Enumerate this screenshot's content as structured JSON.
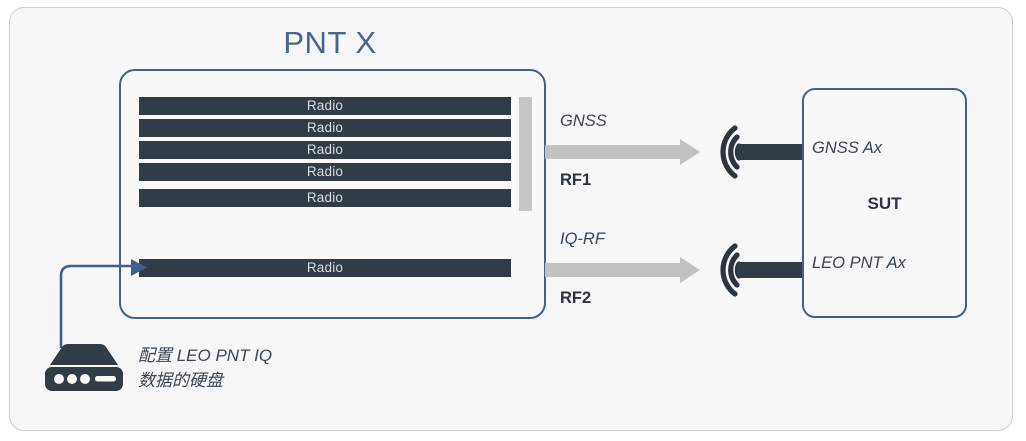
{
  "diagram": {
    "title": "PNT X",
    "sut": {
      "title": "SUT",
      "ports": [
        {
          "label": "GNSS Ax"
        },
        {
          "label": "LEO PNT Ax"
        }
      ]
    },
    "radios": [
      {
        "label": "Radio"
      },
      {
        "label": "Radio"
      },
      {
        "label": "Radio"
      },
      {
        "label": "Radio"
      },
      {
        "label": "Radio"
      }
    ],
    "iq_radio": {
      "label": "Radio"
    },
    "signals": [
      {
        "name": "GNSS",
        "port": "RF1"
      },
      {
        "name": "IQ-RF",
        "port": "RF2"
      }
    ],
    "storage": {
      "caption_line1": "配置 LEO PNT IQ",
      "caption_line2": "数据的硬盘",
      "icon": "hard-disk-icon"
    },
    "colors": {
      "box_border": "#42618f",
      "radio_fill": "#323c46",
      "arrow_gray": "#c2c2c3",
      "title_blue": "#4a6490",
      "card_bg": "#f7f7f8",
      "card_border": "#cfcfd1"
    }
  }
}
